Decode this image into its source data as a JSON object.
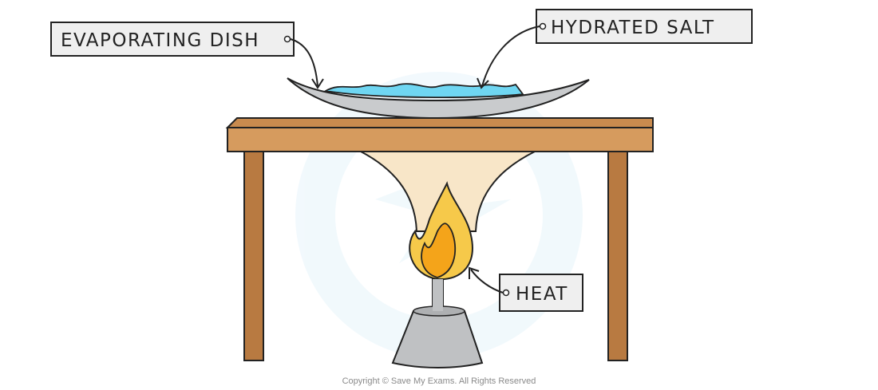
{
  "labels": {
    "evaporating_dish": "EVAPORATING DISH",
    "hydrated_salt": "HYDRATED SALT",
    "heat": "HEAT"
  },
  "copyright": "Copyright © Save My Exams. All Rights Reserved",
  "colors": {
    "wood": "#C98B4E",
    "wood_front": "#D69B5E",
    "wood_leg": "#B87A41",
    "dish": "#C9CBCD",
    "water": "#6FD6F2",
    "flame_outer": "#F6C94A",
    "flame_inner": "#F4A41A",
    "heat_glow": "#F8E6C8",
    "burner": "#BFC1C3",
    "label_bg": "#EFEFEF"
  }
}
